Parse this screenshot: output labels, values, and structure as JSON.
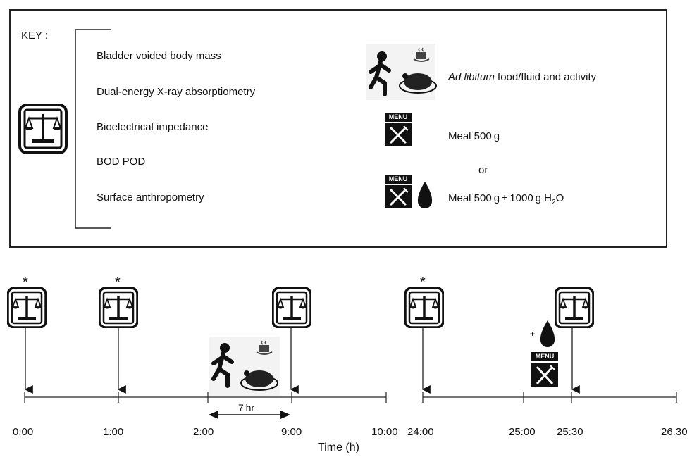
{
  "key": {
    "title": "KEY :",
    "methods": [
      "Bladder voided body mass",
      "Dual-energy X-ray absorptiometry",
      "Bioelectrical impedance",
      "BOD POD",
      "Surface anthropometry"
    ],
    "adlib_italic": "Ad libitum",
    "adlib_rest": "food/fluid and activity",
    "meal1": "Meal 500 g",
    "or": "or",
    "meal2_main": "Meal 500 g ± 1000 g H",
    "meal2_sub": "2",
    "meal2_end": "O",
    "menu_label": "MENU"
  },
  "timeline": {
    "ticks": [
      "0:00",
      "1:00",
      "2:00",
      "9:00",
      "10:00",
      "24:00",
      "25:00",
      "25:30",
      "26.30"
    ],
    "duration_label": "7 hr",
    "xlabel": "Time (h)",
    "asterisk": "*",
    "plusminus": "±",
    "menu_label": "MENU"
  },
  "icons": [
    "scale-icon",
    "runner-icon",
    "food-icon",
    "coffee-icon",
    "menu-icon",
    "cutlery-icon",
    "water-drop-icon"
  ]
}
